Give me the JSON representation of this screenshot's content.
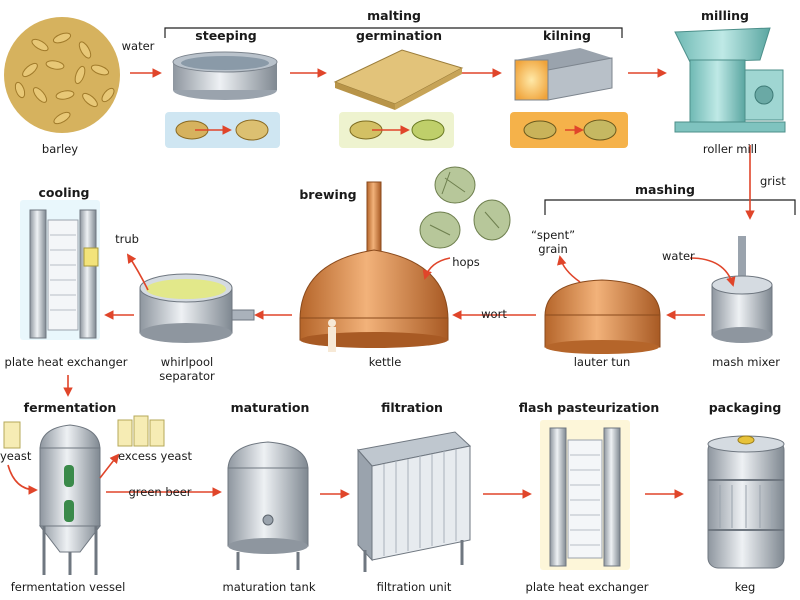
{
  "sections": {
    "malting": "malting",
    "milling": "milling",
    "mashing": "mashing",
    "cooling": "cooling",
    "brewing": "brewing",
    "fermentation": "fermentation",
    "maturation": "maturation",
    "filtration": "filtration",
    "flash_pasteurization": "flash pasteurization",
    "packaging": "packaging"
  },
  "steps": {
    "steeping": "steeping",
    "germination": "germination",
    "kilning": "kilning"
  },
  "labels": {
    "water_top": "water",
    "barley": "barley",
    "roller_mill": "roller mill",
    "grist": "grist",
    "water_mash": "water",
    "mash_mixer": "mash mixer",
    "lauter_tun": "lauter tun",
    "spent_grain_1": "“spent”",
    "spent_grain_2": "grain",
    "wort": "wort",
    "hops": "hops",
    "kettle": "kettle",
    "trub": "trub",
    "whirlpool_1": "whirlpool",
    "whirlpool_2": "separator",
    "plate_heat_exchanger_top": "plate heat exchanger",
    "yeast": "yeast",
    "excess_yeast": "excess yeast",
    "green_beer": "green beer",
    "fermentation_vessel": "fermentation vessel",
    "maturation_tank": "maturation tank",
    "filtration_unit": "filtration unit",
    "plate_heat_exchanger_bottom": "plate heat exchanger",
    "keg": "keg"
  },
  "colors": {
    "arrow": "#e0452a",
    "steel": "#c8ced6",
    "copper": "#d98c4a",
    "grain": "#d9b45a",
    "teal": "#8fd0cc"
  }
}
